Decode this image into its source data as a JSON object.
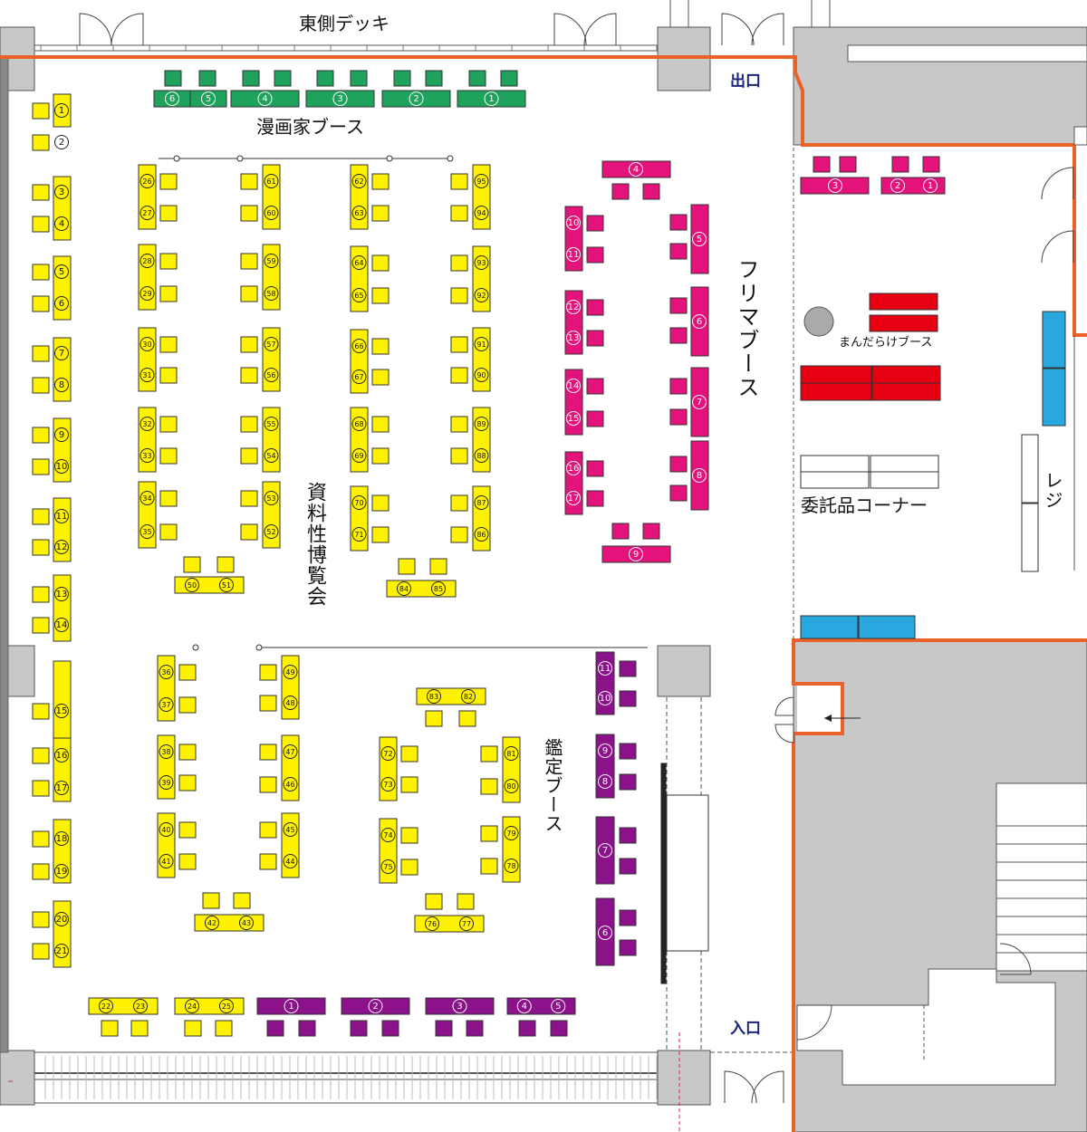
{
  "labels": {
    "east_deck": "東側デッキ",
    "exit": "出口",
    "entrance": "入口",
    "manga_booth": "漫画家ブース",
    "flea_booth": "フリマブース",
    "mandarake_booth": "まんだらけブース",
    "consignment": "委託品コーナー",
    "register": "レジ",
    "expo": "資料性博覧会",
    "appraisal": "鑑定ブース"
  },
  "colors": {
    "yellow": "#FFF200",
    "green": "#1FA35C",
    "magenta": "#E4137B",
    "purple": "#8B128B",
    "red": "#E60012",
    "blue": "#29A8E0",
    "orange": "#E8622A",
    "gray": "#C8C8C8"
  },
  "manga_numbers": [
    "⑥",
    "⑤",
    "④",
    "③",
    "②",
    "①"
  ],
  "flea_numbers": [
    "①",
    "②",
    "③",
    "④",
    "⑤",
    "⑥",
    "⑦",
    "⑧",
    "⑨",
    "⑩",
    "⑪",
    "⑫",
    "⑬",
    "⑭",
    "⑮",
    "⑯",
    "⑰"
  ],
  "flea_right_numbers": [
    "③",
    "②",
    "①"
  ],
  "appraisal_numbers": [
    "①",
    "②",
    "③",
    "④",
    "⑤",
    "⑥",
    "⑦",
    "⑧",
    "⑨",
    "⑩",
    "⑪"
  ],
  "expo_left_numbers": [
    "①",
    "②",
    "③",
    "④",
    "⑤",
    "⑥",
    "⑦",
    "⑧",
    "⑨",
    "⑩",
    "⑪",
    "⑫",
    "⑬",
    "⑭",
    "⑮",
    "⑯",
    "⑰",
    "⑱",
    "⑲",
    "⑳",
    "㉑"
  ],
  "expo_numbers": [
    "22",
    "23",
    "24",
    "25",
    "26",
    "27",
    "28",
    "29",
    "30",
    "31",
    "32",
    "33",
    "34",
    "35",
    "36",
    "37",
    "38",
    "39",
    "40",
    "41",
    "42",
    "43",
    "44",
    "45",
    "46",
    "47",
    "48",
    "49",
    "50",
    "51",
    "52",
    "53",
    "54",
    "55",
    "56",
    "57",
    "58",
    "59",
    "60",
    "61",
    "62",
    "63",
    "64",
    "65",
    "66",
    "67",
    "68",
    "69",
    "70",
    "71",
    "72",
    "73",
    "74",
    "75",
    "76",
    "77",
    "78",
    "79",
    "80",
    "81",
    "82",
    "83",
    "84",
    "85",
    "86",
    "87",
    "88",
    "89",
    "90",
    "91",
    "92",
    "93",
    "94",
    "95"
  ]
}
